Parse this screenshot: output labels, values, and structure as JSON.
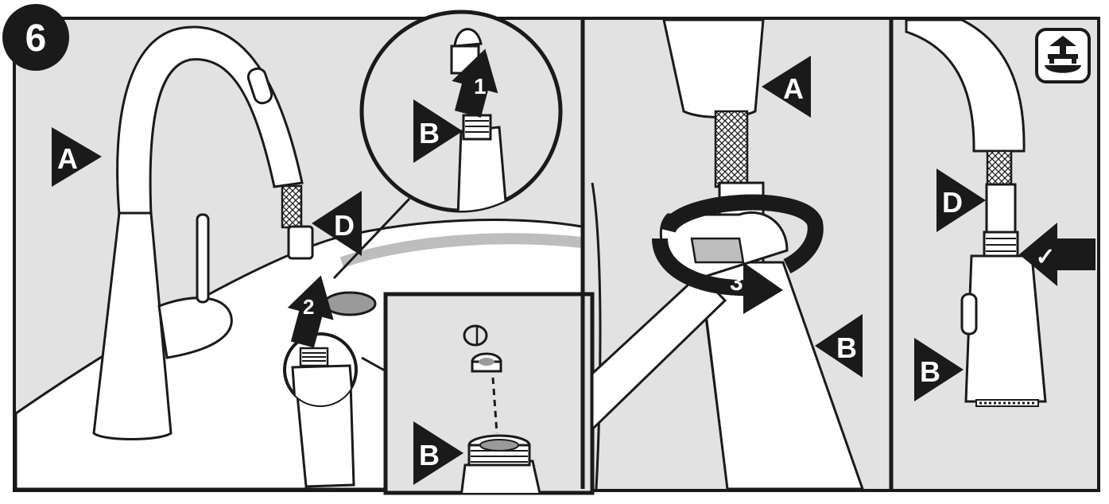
{
  "step": {
    "number": "6"
  },
  "labels": {
    "a": "A",
    "b": "B",
    "d": "D",
    "one": "1",
    "two": "2",
    "three": "3",
    "check": "✓"
  },
  "icons": {
    "corner": "kitchen-faucet-sink-icon",
    "arrow": "arrow-icon",
    "pointer": "triangle-pointer-icon"
  },
  "colors": {
    "panel_bg": "#e2e2e2",
    "outline": "#1a1a1a",
    "fill_white": "#ffffff",
    "shade": "#bdbdbd",
    "drain": "#9a9a9a"
  }
}
